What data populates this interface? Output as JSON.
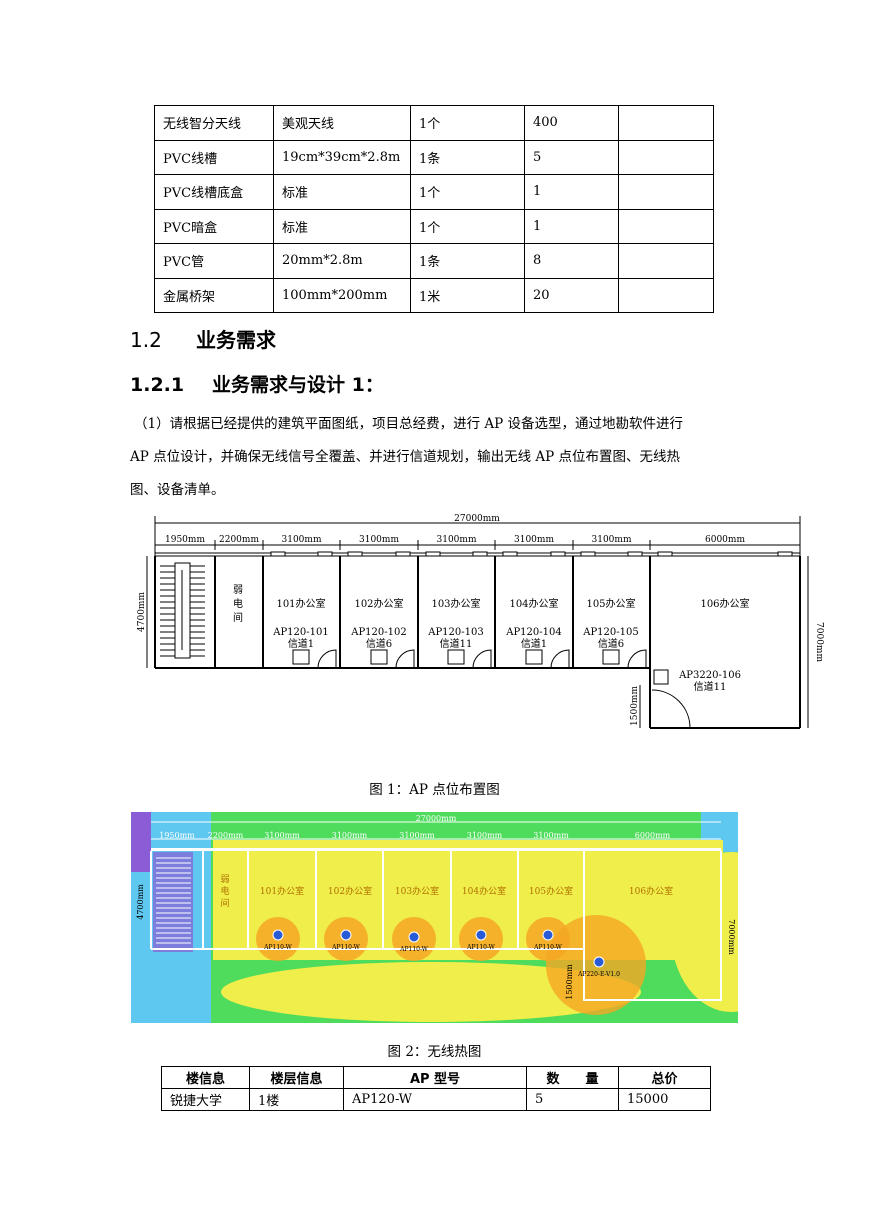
{
  "materials": [
    [
      "无线智分天线",
      "美观天线",
      "1个",
      "400",
      ""
    ],
    [
      "PVC线槽",
      "19cm*39cm*2.8m",
      "1条",
      "5",
      ""
    ],
    [
      "PVC线槽底盒",
      "标准",
      "1个",
      "1",
      ""
    ],
    [
      "PVC暗盒",
      "标准",
      "1个",
      "1",
      ""
    ],
    [
      "PVC管",
      "20mm*2.8m",
      "1条",
      "8",
      ""
    ],
    [
      "金属桥架",
      "100mm*200mm",
      "1米",
      "20",
      ""
    ]
  ],
  "section": {
    "num": "1.2",
    "title": "业务需求"
  },
  "subsection": {
    "num": "1.2.1",
    "title": "业务需求与设计 1："
  },
  "paragraph": [
    "（1）请根据已经提供的建筑平面图纸，项目总经费，进行 AP 设备选型，通过地勘软件进行",
    "AP 点位设计，并确保无线信号全覆盖、并进行信道规划，输出无线 AP 点位布置图、无线热",
    "图、设备清单。"
  ],
  "floorplan": {
    "total_dim": "27000mm",
    "dims": [
      "1950mm",
      "2200mm",
      "3100mm",
      "3100mm",
      "3100mm",
      "3100mm",
      "3100mm",
      "6000mm"
    ],
    "height_left": "4700mm",
    "height_right": "7000mm",
    "door_dim": "1500mm",
    "weak_room": [
      "弱",
      "电",
      "间"
    ],
    "rooms": [
      "101办公室",
      "102办公室",
      "103办公室",
      "104办公室",
      "105办公室",
      "106办公室"
    ],
    "aps": [
      "AP120-101",
      "AP120-102",
      "AP120-103",
      "AP120-104",
      "AP120-105",
      "AP3220-106"
    ],
    "channels": [
      "信道1",
      "信道6",
      "信道11",
      "信道1",
      "信道6",
      "信道11"
    ]
  },
  "caption1": "图 1：AP 点位布置图",
  "heatmap": {
    "total_dim": "27000mm",
    "dims": [
      "1950mm",
      "2200mm",
      "3100mm",
      "3100mm",
      "3100mm",
      "3100mm",
      "3100mm",
      "6000mm"
    ],
    "height_left": "4700mm",
    "height_right": "7000mm",
    "door_dim": "1500mm",
    "weak_room": [
      "弱",
      "电",
      "间"
    ],
    "rooms": [
      "101办公室",
      "102办公室",
      "103办公室",
      "104办公室",
      "105办公室",
      "106办公室"
    ],
    "ap_labels": [
      "AP110-W",
      "AP110-W",
      "AP110-W",
      "AP110-W",
      "AP110-W",
      "AP220-E-V1.0"
    ],
    "colors": {
      "strong": "#f5a623",
      "good": "#f0ee4a",
      "fair": "#4fdc5c",
      "weak": "#5fc8f0",
      "poor": "#8a5cd6"
    }
  },
  "caption2": "图 2：无线热图",
  "device_table": {
    "headers": [
      "楼信息",
      "楼层信息",
      "AP 型号",
      "数　　量",
      "总价"
    ],
    "rows": [
      [
        "锐捷大学",
        "1楼",
        "AP120-W",
        "5",
        "15000"
      ]
    ]
  }
}
